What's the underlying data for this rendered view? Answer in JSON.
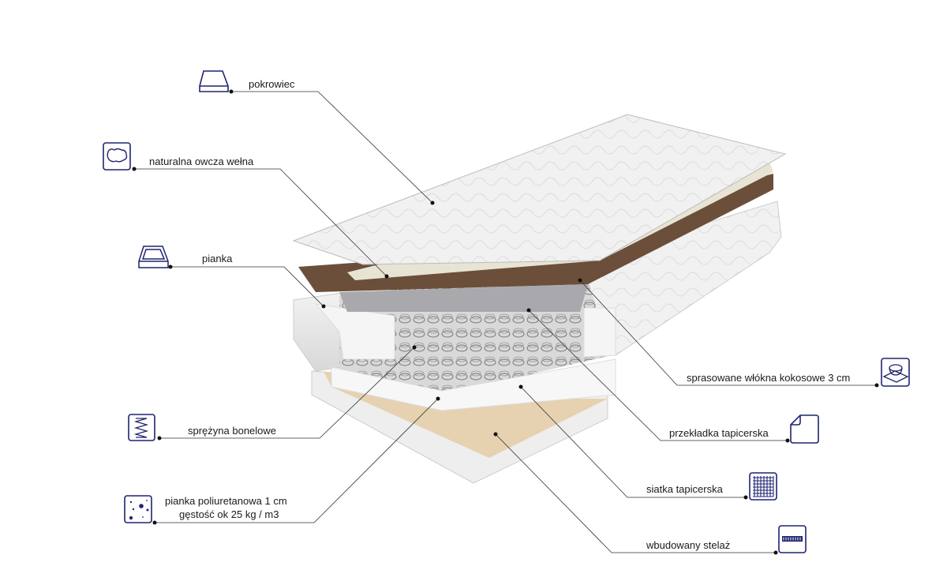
{
  "labels": {
    "cover": "pokrowiec",
    "wool": "naturalna owcza wełna",
    "foam": "pianka",
    "spring": "sprężyna bonelowe",
    "pu_foam_line1": "pianka poliuretanowa 1 cm",
    "pu_foam_line2": "gęstość ok 25 kg / m3",
    "coconut": "sprasowane włókna kokosowe 3 cm",
    "pad": "przekładka tapicerska",
    "mesh": "siatka tapicerska",
    "frame": "wbudowany stelaż"
  },
  "colors": {
    "icon": "#1f2470",
    "leader": "#333333",
    "coconut_layer": "#6b4f3a",
    "frame_wood": "#e6d2b0"
  }
}
